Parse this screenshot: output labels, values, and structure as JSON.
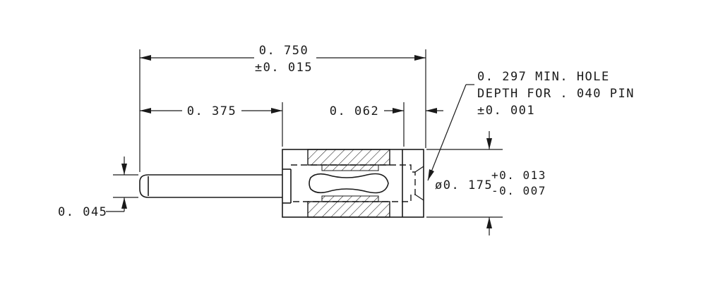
{
  "dimensions": {
    "overall_length": {
      "value": "0. 750",
      "tolerance": "±0. 015"
    },
    "pin_length": "0. 375",
    "lip_length": "0. 062",
    "pin_diameter": "0. 045",
    "body_diameter": {
      "value": "ø0. 175",
      "plus_tol": "+0. 013",
      "minus_tol": "-0. 007"
    },
    "hole_note": {
      "line1": "0. 297 MIN. HOLE",
      "line2": "DEPTH FOR . 040 PIN",
      "line3": "±0. 001"
    }
  }
}
